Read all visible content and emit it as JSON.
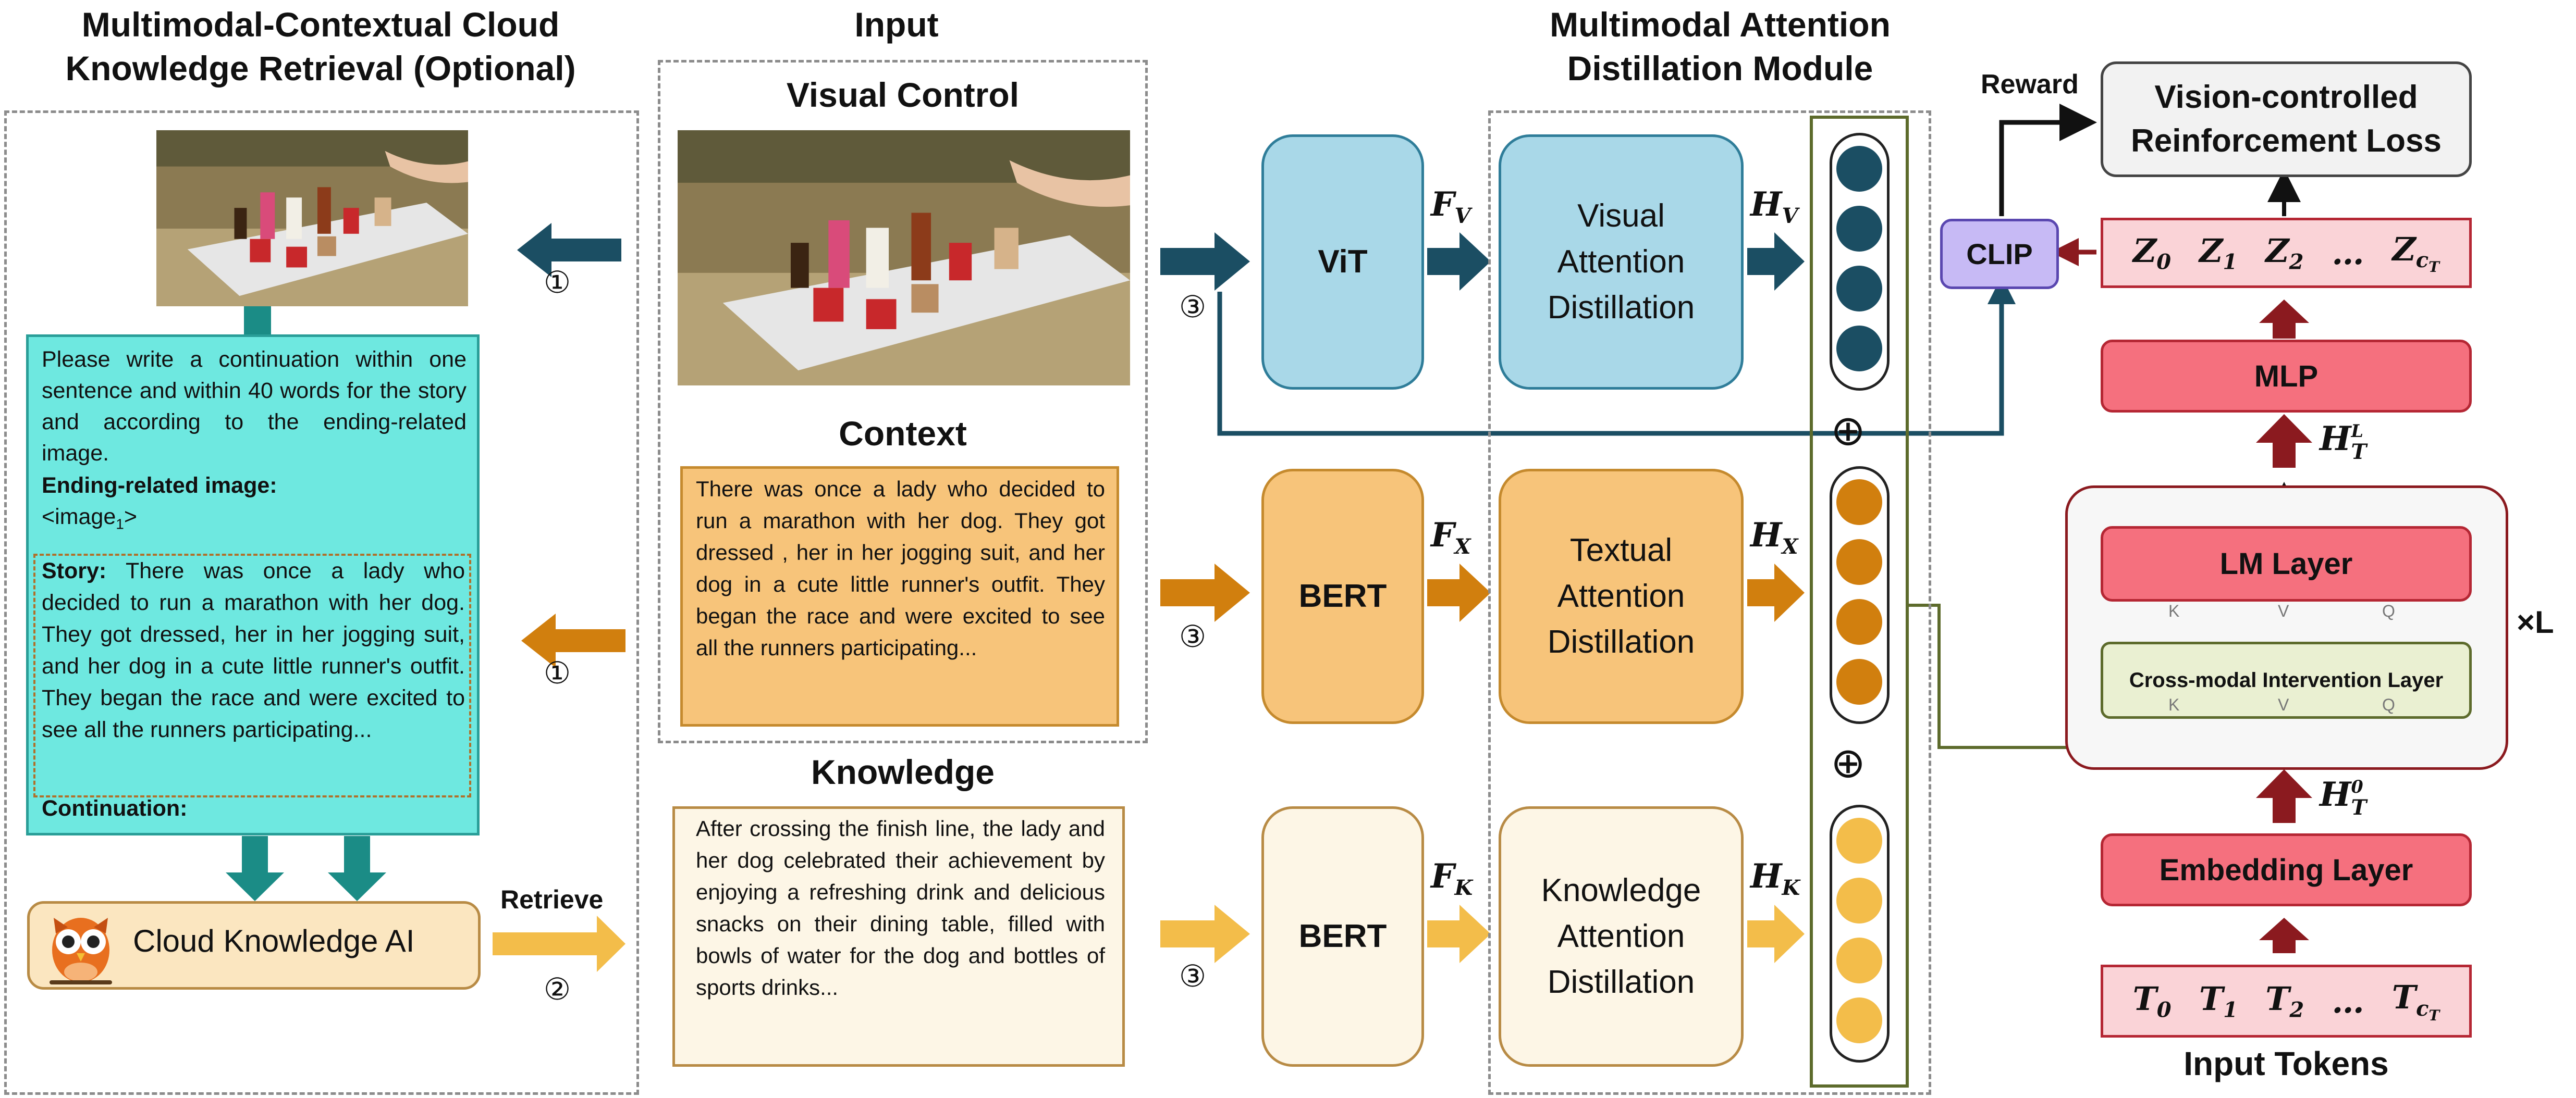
{
  "left_section": {
    "title_line1": "Multimodal-Contextual Cloud",
    "title_line2": "Knowledge Retrieval (Optional)",
    "prompt_intro": "Please write a continuation within one sentence and within 40 words for the story and according to the ending-related image.",
    "ending_label": "Ending-related image:",
    "image_token": "<image",
    "image_token_sub": "1",
    "image_token_end": ">",
    "story_label": "Story:",
    "story_text": "There was once a lady who decided to run a marathon with her dog. They got dressed, her in her jogging suit, and her dog in a cute little runner's outfit. They began the race and were excited to see all the runners participating...",
    "continuation_label": "Continuation:",
    "cloud_ai_label": "Cloud Knowledge AI",
    "retrieve_label": "Retrieve",
    "step1": "①",
    "step2": "②"
  },
  "input_section": {
    "title": "Input",
    "visual_control": "Visual Control",
    "context_title": "Context",
    "context_text": "There was once a lady who decided to run a marathon with her dog. They got dressed , her in her jogging suit, and her dog in a cute little runner's outfit. They began the race and were excited to see all the runners participating...",
    "knowledge_title": "Knowledge",
    "knowledge_text": "After crossing the finish line, the lady and her dog celebrated their achievement by enjoying a refreshing drink and delicious snacks on their dining table, filled with bowls of water for the dog and bottles of sports drinks...",
    "step3": "③"
  },
  "encoders": {
    "vit": "ViT",
    "bert1": "BERT",
    "bert2": "BERT",
    "f_v": "F",
    "f_v_sub": "V",
    "f_x": "F",
    "f_x_sub": "X",
    "f_k": "F",
    "f_k_sub": "K"
  },
  "distillation": {
    "title_line1": "Multimodal Attention",
    "title_line2": "Distillation Module",
    "visual": [
      "Visual",
      "Attention",
      "Distillation"
    ],
    "textual": [
      "Textual",
      "Attention",
      "Distillation"
    ],
    "knowledge": [
      "Knowledge",
      "Attention",
      "Distillation"
    ],
    "h_v": "H",
    "h_v_sub": "V",
    "h_x": "H",
    "h_x_sub": "X",
    "h_k": "H",
    "h_k_sub": "K",
    "oplus": "⊕"
  },
  "lm": {
    "reward_label": "Reward",
    "loss_line1": "Vision-controlled",
    "loss_line2": "Reinforcement Loss",
    "clip": "CLIP",
    "outputs": [
      "Z",
      "Z",
      "Z",
      "…",
      "Z"
    ],
    "outputs_sub": [
      "0",
      "1",
      "2",
      "",
      "c"
    ],
    "outputs_sub2": "T",
    "mlp": "MLP",
    "h_t_l": "H",
    "h_t_l_sub": "T",
    "h_t_l_sup": "L",
    "lm_layer": "LM Layer",
    "cross_modal": "Cross-modal Intervention Layer",
    "kvq": [
      "K",
      "V",
      "Q"
    ],
    "times_l": "×L",
    "h_t_0": "H",
    "h_t_0_sub": "T",
    "h_t_0_sup": "0",
    "embedding": "Embedding Layer",
    "tokens": [
      "T",
      "T",
      "T",
      "…",
      "T"
    ],
    "tokens_sub": [
      "0",
      "1",
      "2",
      "",
      "c"
    ],
    "tokens_sub2": "T",
    "input_tokens": "Input Tokens"
  },
  "colors": {
    "teal_dark": "#1b4e63",
    "orange": "#d17f0e",
    "yellow": "#f3bd4a",
    "cyan_box": "#6ee8e0",
    "red_block": "#f5707e",
    "olive": "#5d6b2c"
  }
}
